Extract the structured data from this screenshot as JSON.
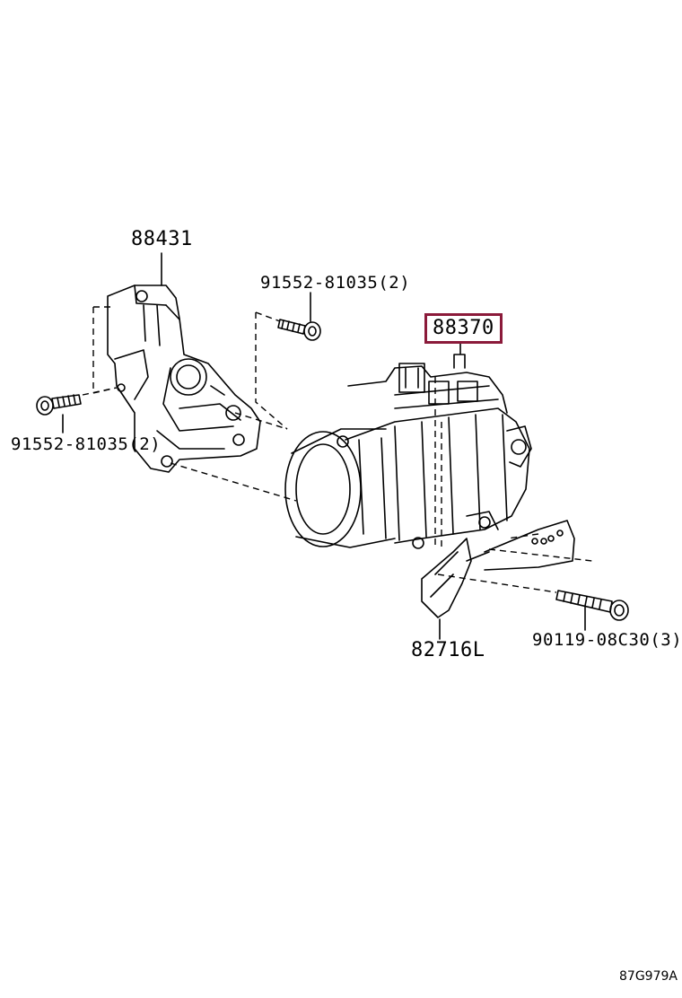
{
  "labels": {
    "bracket": "88431",
    "bolt_top": "91552-81035(2)",
    "bolt_left": "91552-81035(2)",
    "compressor": "88370",
    "stay": "82716L",
    "bolt_long": "90119-08C30(3)"
  },
  "diagram_code": "87G979A",
  "colors": {
    "highlight": "#8b1a3a",
    "line": "#000000"
  }
}
